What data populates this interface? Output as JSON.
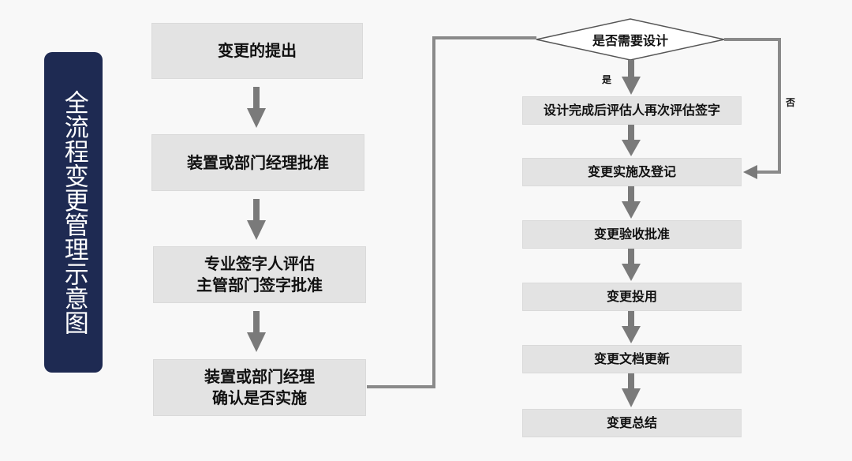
{
  "title": "全流程变更管理示意图",
  "left_steps": [
    "变更的提出",
    "装置或部门经理批准",
    "专业签字人评估\n主管部门签字批准",
    "装置或部门经理\n确认是否实施"
  ],
  "decision": "是否需要设计",
  "yes_label": "是",
  "no_label": "否",
  "right_steps": [
    "设计完成后评估人再次评估签字",
    "变更实施及登记",
    "变更验收批准",
    "变更投用",
    "变更文档更新",
    "变更总结"
  ],
  "colors": {
    "title_bg": "#1e2a52",
    "box_bg": "#e3e3e3",
    "arrow": "#7a7a7a",
    "connector": "#8a8a8a"
  }
}
